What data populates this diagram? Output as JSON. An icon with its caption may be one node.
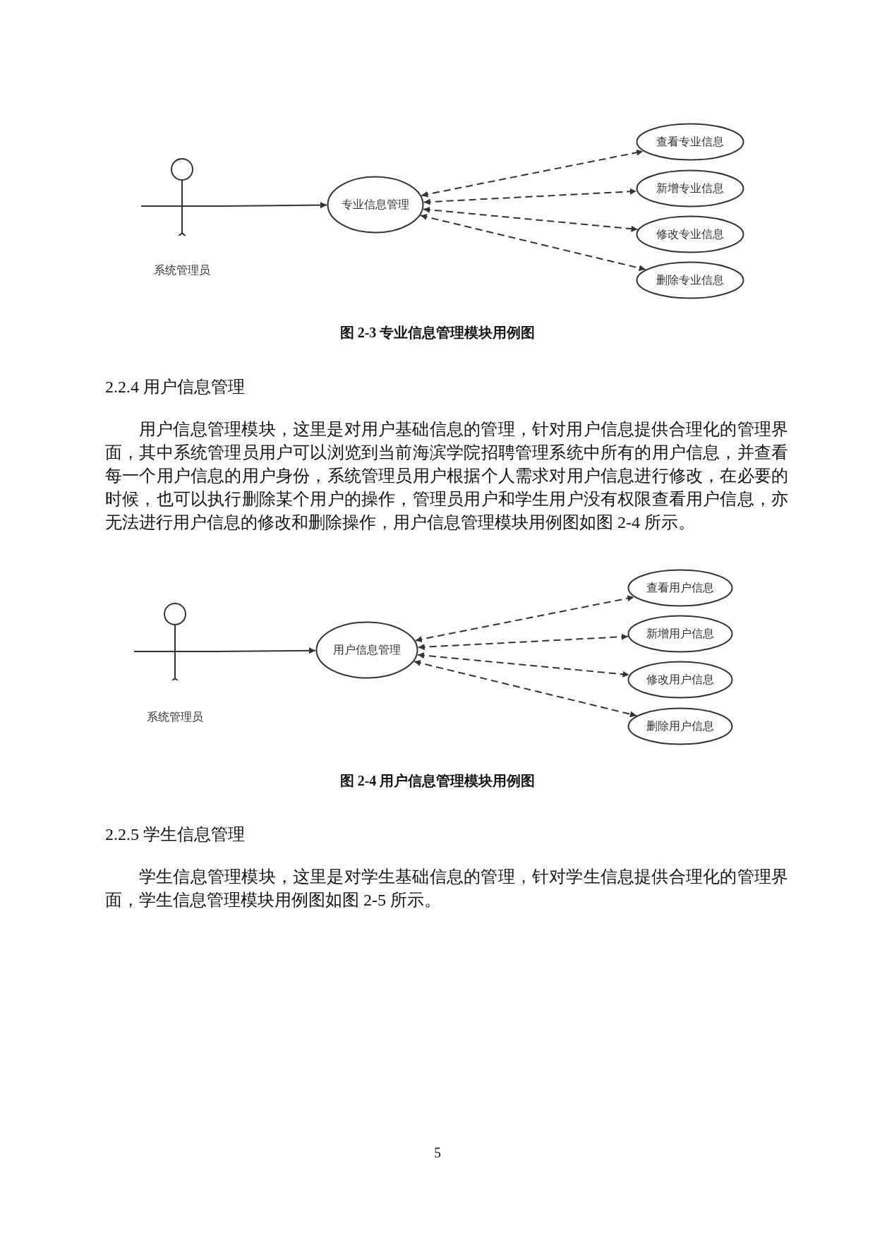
{
  "diagram": {
    "nodes": [
      {
        "text": [
          "系统管理员"
        ]
      },
      {
        "text": [
          "专业信息管理"
        ]
      },
      {
        "text": [
          "查看专业信息"
        ]
      },
      {
        "text": [
          "新增专业信息"
        ]
      },
      {
        "text": [
          "修改专业信息"
        ]
      },
      {
        "text": [
          "删除专业信息"
        ]
      },
      {
        "text": [
          "系统管理员"
        ]
      },
      {
        "text": [
          "用户信息管理"
        ]
      },
      {
        "text": [
          "查看用户信息"
        ]
      },
      {
        "text": [
          "新增用户信息"
        ]
      },
      {
        "text": [
          "修改用户信息"
        ]
      },
      {
        "text": [
          "删除用户信息"
        ]
      }
    ],
    "edges": [
      {
        "from": 0,
        "to": 1,
        "arrow": "to"
      },
      {
        "from": 1,
        "to": 2,
        "arrow": "both",
        "style": "dashed"
      },
      {
        "from": 1,
        "to": 3,
        "arrow": "both",
        "style": "dashed"
      },
      {
        "from": 1,
        "to": 4,
        "arrow": "both",
        "style": "dashed"
      },
      {
        "from": 1,
        "to": 5,
        "arrow": "both",
        "style": "dashed"
      },
      {
        "from": 6,
        "to": 7,
        "arrow": "to"
      },
      {
        "from": 7,
        "to": 8,
        "arrow": "both",
        "style": "dashed"
      },
      {
        "from": 7,
        "to": 9,
        "arrow": "both",
        "style": "dashed"
      },
      {
        "from": 7,
        "to": 10,
        "arrow": "both",
        "style": "dashed"
      },
      {
        "from": 7,
        "to": 11,
        "arrow": "both",
        "style": "dashed"
      }
    ],
    "labels": [
      "图 2-3 专业信息管理模块用例图",
      "2.2.4 用户信息管理",
      "用户信息管理模块，这里是对用户基础信息的管理，针对用户信息提供合理化的管理界面，其中系统管理员用户可以浏览到当前海滨学院招聘管理系统中所有的用户信息，并查看每一个用户信息的用户身份，系统管理员用户根据个人需求对用户信息进行修改，在必要的时候，也可以执行删除某个用户的操作，管理员用户和学生用户没有权限查看用户信息，亦无法进行用户信息的修改和删除操作，用户信息管理模块用例图如图 2-4 所示。",
      "图 2-4 用户信息管理模块用例图",
      "2.2.5 学生信息管理",
      "学生信息管理模块，这里是对学生基础信息的管理，针对学生信息提供合理化的管理界面，学生信息管理模块用例图如图 2-5 所示。",
      "5"
    ]
  }
}
